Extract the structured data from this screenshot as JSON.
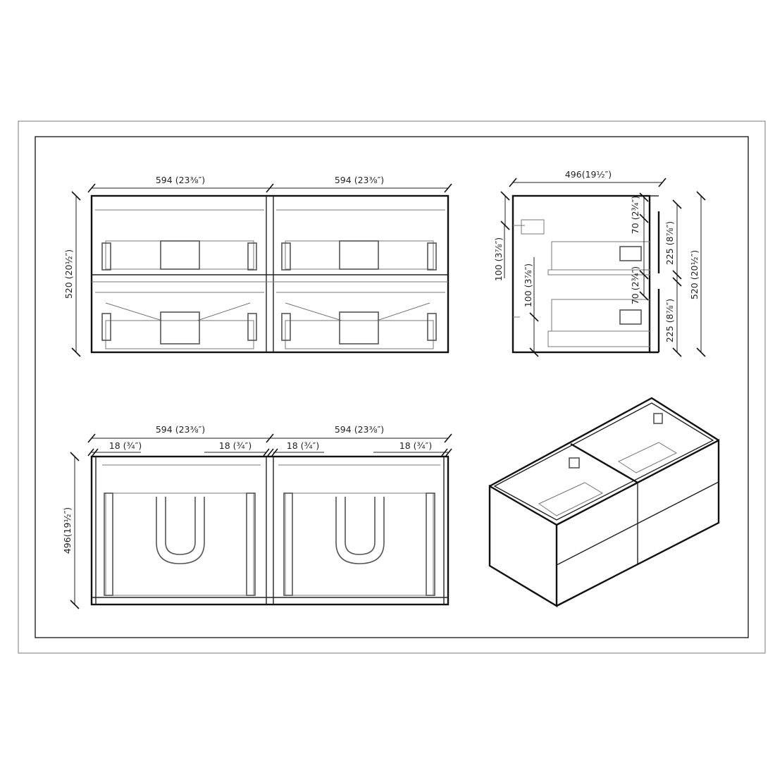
{
  "front_view": {
    "width_left": "594 (23⅜″)",
    "width_right": "594 (23⅜″)",
    "height": "520 (20½″)"
  },
  "side_view": {
    "depth": "496(19½″)",
    "top_offset_outer": "100 (3⅞″)",
    "bottom_offset_inner": "100 (3⅞″)",
    "gap_upper": "70 (2¾″)",
    "gap_lower": "70 (2¾″)",
    "drawer_upper": "225 (8⅞″)",
    "drawer_lower": "225 (8⅞″)",
    "height": "520 (20½″)"
  },
  "top_view": {
    "width_left": "594 (23⅜″)",
    "width_right": "594 (23⅜″)",
    "panels": [
      "18 (¾″)",
      "18 (¾″)",
      "18 (¾″)",
      "18 (¾″)"
    ],
    "depth": "496(19½″)"
  }
}
